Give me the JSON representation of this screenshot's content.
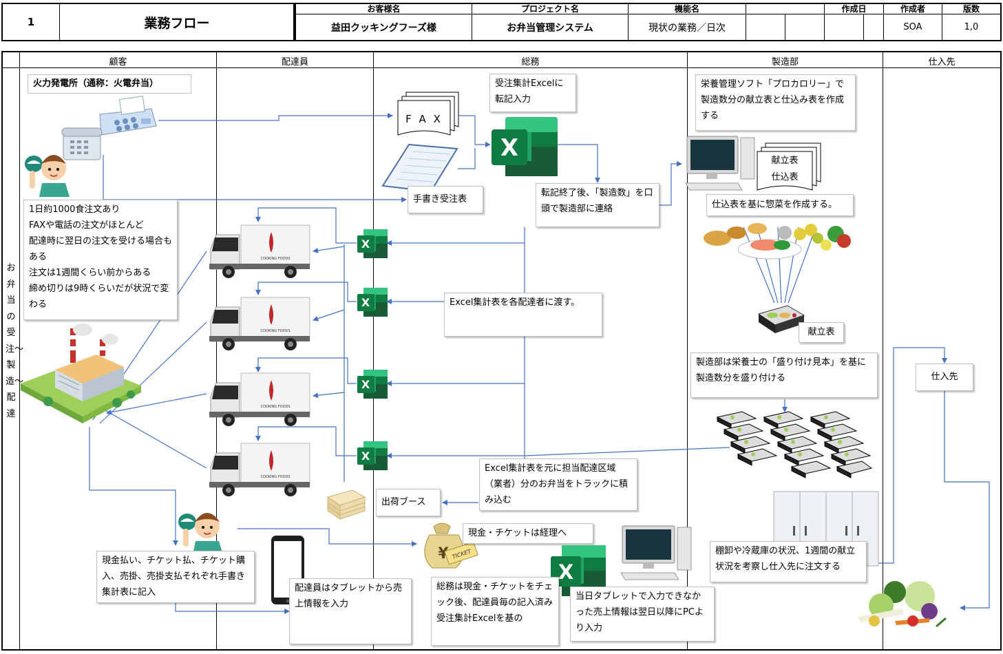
{
  "header": {
    "doc_no": "1",
    "doc_title": "業務フロー",
    "labels": {
      "client": "お客様名",
      "project": "プロジェクト名",
      "function": "機能名",
      "created": "作成日",
      "author": "作成者",
      "version": "版数"
    },
    "values": {
      "client": "益田クッキングフーズ様",
      "project": "お弁当管理システム",
      "function": "現状の業務／日次",
      "created": "",
      "author": "SOA",
      "version": "1,0"
    }
  },
  "lanes": [
    "顧客",
    "配達員",
    "総務",
    "製造部",
    "仕入先"
  ],
  "side_label": "お弁当の受注〜製造〜配達",
  "notes": {
    "customer_name": "火力発電所（通称：火電弁当）",
    "order_info": "1日約1000食注文あり\nFAXや電話の注文がほとんど\n配達時に翌日の注文を受ける場合もある\n注文は1週間くらい前からある\n締め切りは9時くらいだが状況で変わる",
    "excel_entry": "受注集計Excelに転記入力",
    "handwritten_order": "手書き受注表",
    "after_transcription": "転記終了後、「製造数」を口頭で製造部に連絡",
    "nutrition_software": "栄養管理ソフト「プロカロリー」で製造数分の献立表と仕込み表を作成する",
    "menu_docs_1": "献立表",
    "menu_docs_2": "仕込表",
    "prep_cooking": "仕込表を基に惣菜を作成する。",
    "menu_label": "献立表",
    "plating": "製造部は栄養士の「盛り付け見本」を基に製造数分を盛り付ける",
    "excel_handout": "Excel集計表を各配達者に渡す。",
    "loading": "Excel集計表を元に担当配達区域（業者）分のお弁当をトラックに積み込む",
    "shipping_booth": "出荷ブース",
    "supplier": "仕入先",
    "inventory_order": "棚卸や冷蔵庫の状況、1週間の献立状況を考察し仕入先に注文する",
    "payment_methods": "現金払い、チケット払、チケット購入、売掛、売掛支払それぞれ手書き集計表に記入",
    "tablet_entry": "配達員はタブレットから売上情報を入力",
    "cash_to_accounting": "現金・チケットは経理へ",
    "soumu_check": "総務は現金・チケットをチェック後、配達員毎の記入済み受注集計Excelを基の",
    "next_day_pc": "当日タブレットで入力できなかった売上情報は翌日以降にPCより入力"
  },
  "graphics": {
    "fax_text": "F A X",
    "ticket_text": "TICKET",
    "truck_logo": "COOKING FOODS",
    "excel_letter": "X",
    "yen_mark": "¥"
  },
  "colors": {
    "connector": "#4472c4",
    "excel_dark": "#185c37",
    "excel_mid": "#21a366",
    "excel_light": "#33c481",
    "excel_front": "#107c41"
  }
}
